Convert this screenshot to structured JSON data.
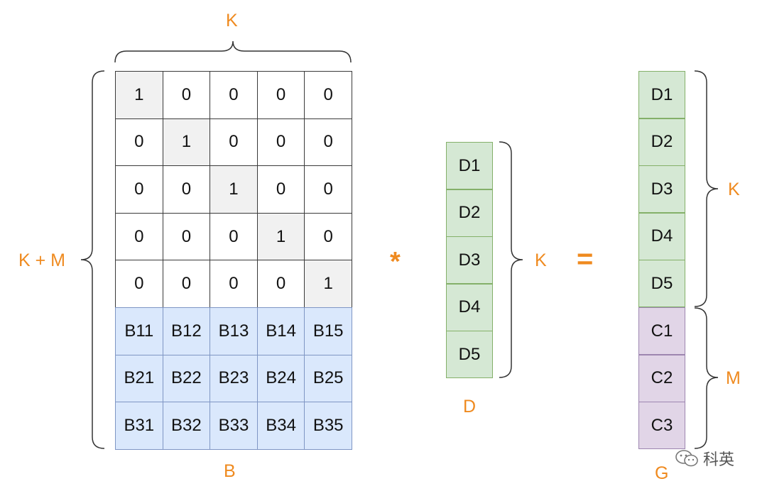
{
  "labels": {
    "k_top": "K",
    "k_plus_m": "K + M",
    "matrix_b": "B",
    "multiply": "*",
    "vector_d": "D",
    "k_d": "K",
    "equals": "=",
    "vector_g": "G",
    "k_g": "K",
    "m_g": "M"
  },
  "matrix_b_rows": [
    [
      "1",
      "0",
      "0",
      "0",
      "0"
    ],
    [
      "0",
      "1",
      "0",
      "0",
      "0"
    ],
    [
      "0",
      "0",
      "1",
      "0",
      "0"
    ],
    [
      "0",
      "0",
      "0",
      "1",
      "0"
    ],
    [
      "0",
      "0",
      "0",
      "0",
      "1"
    ],
    [
      "B11",
      "B12",
      "B13",
      "B14",
      "B15"
    ],
    [
      "B21",
      "B22",
      "B23",
      "B24",
      "B25"
    ],
    [
      "B31",
      "B32",
      "B33",
      "B34",
      "B35"
    ]
  ],
  "vector_d": [
    "D1",
    "D2",
    "D3",
    "D4",
    "D5"
  ],
  "vector_g": [
    "D1",
    "D2",
    "D3",
    "D4",
    "D5",
    "C1",
    "C2",
    "C3"
  ],
  "watermark": "科英",
  "colors": {
    "accent": "#ef8a1f",
    "identity_diag": "#f1f1f1",
    "coding_rows": "#dae8fc",
    "data_cells": "#d5e8d4",
    "parity_cells": "#e1d5e7"
  }
}
